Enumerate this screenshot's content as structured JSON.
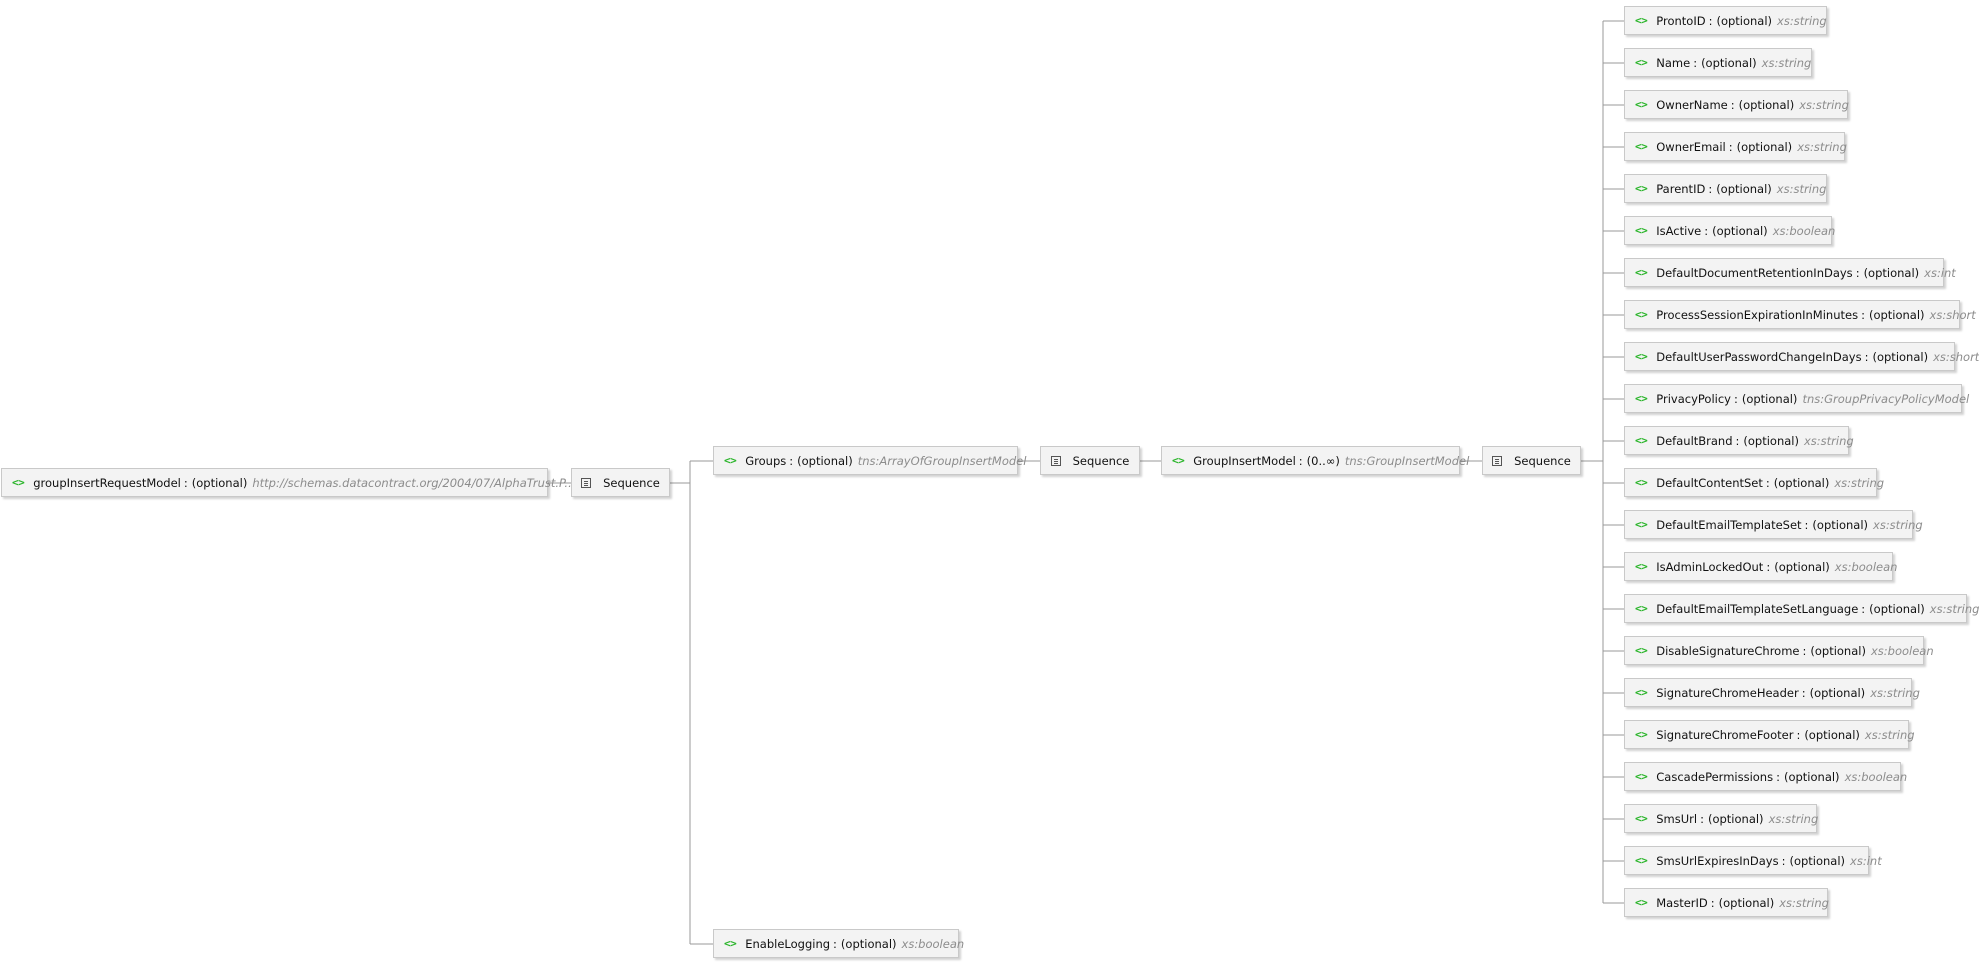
{
  "root": {
    "name": "groupInsertRequestModel",
    "occurrence": "(optional)",
    "type": "http://schemas.datacontract.org/2004/07/AlphaTrust.P..."
  },
  "sequences": [
    "Sequence",
    "Sequence",
    "Sequence"
  ],
  "groups": {
    "name": "Groups",
    "occurrence": "(optional)",
    "type": "tns:ArrayOfGroupInsertModel"
  },
  "enable_logging": {
    "name": "EnableLogging",
    "occurrence": "(optional)",
    "type": "xs:boolean"
  },
  "group_insert_model": {
    "name": "GroupInsertModel",
    "occurrence": "(0..∞)",
    "type": "tns:GroupInsertModel"
  },
  "element_icon": "<>",
  "colors": {
    "icon": "#2ab52a",
    "type_text": "#8c8c8c",
    "node_bg": "#f3f3f3",
    "wire": "#999999"
  },
  "fields": [
    {
      "name": "ProntoID",
      "occurrence": "(optional)",
      "type": "xs:string"
    },
    {
      "name": "Name",
      "occurrence": "(optional)",
      "type": "xs:string"
    },
    {
      "name": "OwnerName",
      "occurrence": "(optional)",
      "type": "xs:string"
    },
    {
      "name": "OwnerEmail",
      "occurrence": "(optional)",
      "type": "xs:string"
    },
    {
      "name": "ParentID",
      "occurrence": "(optional)",
      "type": "xs:string"
    },
    {
      "name": "IsActive",
      "occurrence": "(optional)",
      "type": "xs:boolean"
    },
    {
      "name": "DefaultDocumentRetentionInDays",
      "occurrence": "(optional)",
      "type": "xs:int"
    },
    {
      "name": "ProcessSessionExpirationInMinutes",
      "occurrence": "(optional)",
      "type": "xs:short"
    },
    {
      "name": "DefaultUserPasswordChangeInDays",
      "occurrence": "(optional)",
      "type": "xs:short"
    },
    {
      "name": "PrivacyPolicy",
      "occurrence": "(optional)",
      "type": "tns:GroupPrivacyPolicyModel"
    },
    {
      "name": "DefaultBrand",
      "occurrence": "(optional)",
      "type": "xs:string"
    },
    {
      "name": "DefaultContentSet",
      "occurrence": "(optional)",
      "type": "xs:string"
    },
    {
      "name": "DefaultEmailTemplateSet",
      "occurrence": "(optional)",
      "type": "xs:string"
    },
    {
      "name": "IsAdminLockedOut",
      "occurrence": "(optional)",
      "type": "xs:boolean"
    },
    {
      "name": "DefaultEmailTemplateSetLanguage",
      "occurrence": "(optional)",
      "type": "xs:string"
    },
    {
      "name": "DisableSignatureChrome",
      "occurrence": "(optional)",
      "type": "xs:boolean"
    },
    {
      "name": "SignatureChromeHeader",
      "occurrence": "(optional)",
      "type": "xs:string"
    },
    {
      "name": "SignatureChromeFooter",
      "occurrence": "(optional)",
      "type": "xs:string"
    },
    {
      "name": "CascadePermissions",
      "occurrence": "(optional)",
      "type": "xs:boolean"
    },
    {
      "name": "SmsUrl",
      "occurrence": "(optional)",
      "type": "xs:string"
    },
    {
      "name": "SmsUrlExpiresInDays",
      "occurrence": "(optional)",
      "type": "xs:int"
    },
    {
      "name": "MasterID",
      "occurrence": "(optional)",
      "type": "xs:string"
    }
  ]
}
